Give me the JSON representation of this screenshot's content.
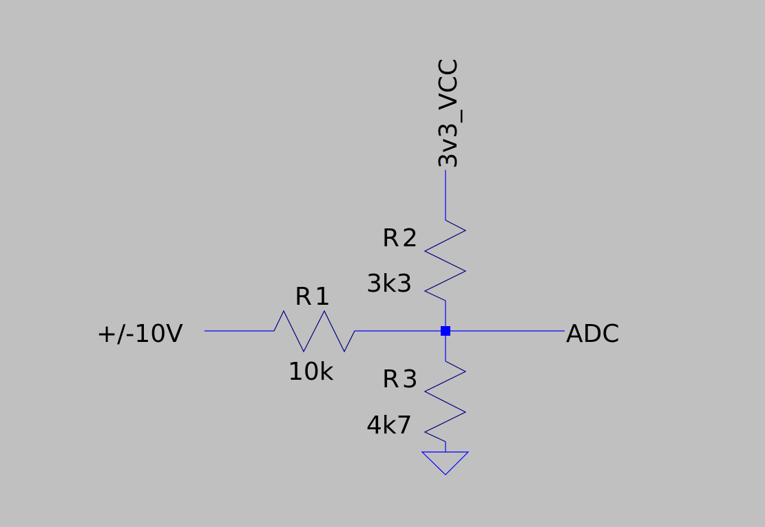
{
  "colors": {
    "background": "#c0c0c0",
    "wire": "#0000ff",
    "component": "#000080",
    "text": "#000000"
  },
  "nets": {
    "input": "+/-10V",
    "supply": "3v3_VCC",
    "output": "ADC"
  },
  "components": [
    {
      "ref": "R1",
      "value": "10k",
      "type": "resistor"
    },
    {
      "ref": "R2",
      "value": "3k3",
      "type": "resistor"
    },
    {
      "ref": "R3",
      "value": "4k7",
      "type": "resistor"
    }
  ],
  "ground": {
    "icon": "ground-icon"
  }
}
